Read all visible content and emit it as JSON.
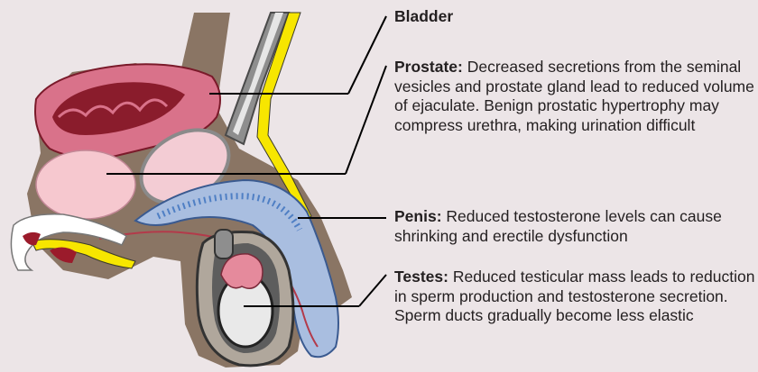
{
  "labels": {
    "bladder": {
      "title": "Bladder"
    },
    "prostate": {
      "title": "Prostate:",
      "text": " Decreased secretions from the seminal vesicles and prostate gland lead to reduced volume of ejaculate. Benign prostatic hypertrophy may compress urethra, making urination difficult"
    },
    "penis": {
      "title": "Penis:",
      "text": " Reduced testosterone levels can cause shrinking and erectile dysfunction"
    },
    "testes": {
      "title": "Testes:",
      "text": " Reduced testicular mass leads to reduction in sperm production and testosterone secretion. Sperm ducts gradually become less elastic"
    }
  },
  "colors": {
    "background": "#ece5e7",
    "bladder": "#d9728a",
    "bladder_lumen": "#8a1c2c",
    "prostate": "#f6c8cf",
    "penis": "#a9bee0",
    "penis_dark": "#4f7fc4",
    "yellow": "#f7e600",
    "tissue": "#8a7564",
    "testis": "#e9e9e9",
    "epididymis": "#e58a9c",
    "leader": "#000000"
  }
}
